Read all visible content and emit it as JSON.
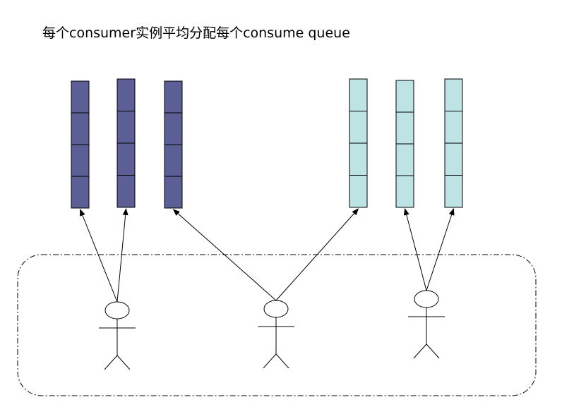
{
  "title": "每个consumer实例平均分配每个consume queue",
  "colors": {
    "background": "#ffffff",
    "queue_group_a": "#5b5f95",
    "queue_group_b": "#bde3e5",
    "stroke": "#000000"
  },
  "queues": [
    {
      "id": "q1",
      "group": "a",
      "cells": 4
    },
    {
      "id": "q2",
      "group": "a",
      "cells": 4
    },
    {
      "id": "q3",
      "group": "a",
      "cells": 4
    },
    {
      "id": "q4",
      "group": "b",
      "cells": 4
    },
    {
      "id": "q5",
      "group": "b",
      "cells": 4
    },
    {
      "id": "q6",
      "group": "b",
      "cells": 4
    }
  ],
  "consumers": [
    {
      "id": "c1",
      "assigned_queues": [
        "q1",
        "q2"
      ]
    },
    {
      "id": "c2",
      "assigned_queues": [
        "q3",
        "q4"
      ]
    },
    {
      "id": "c3",
      "assigned_queues": [
        "q5",
        "q6"
      ]
    }
  ]
}
